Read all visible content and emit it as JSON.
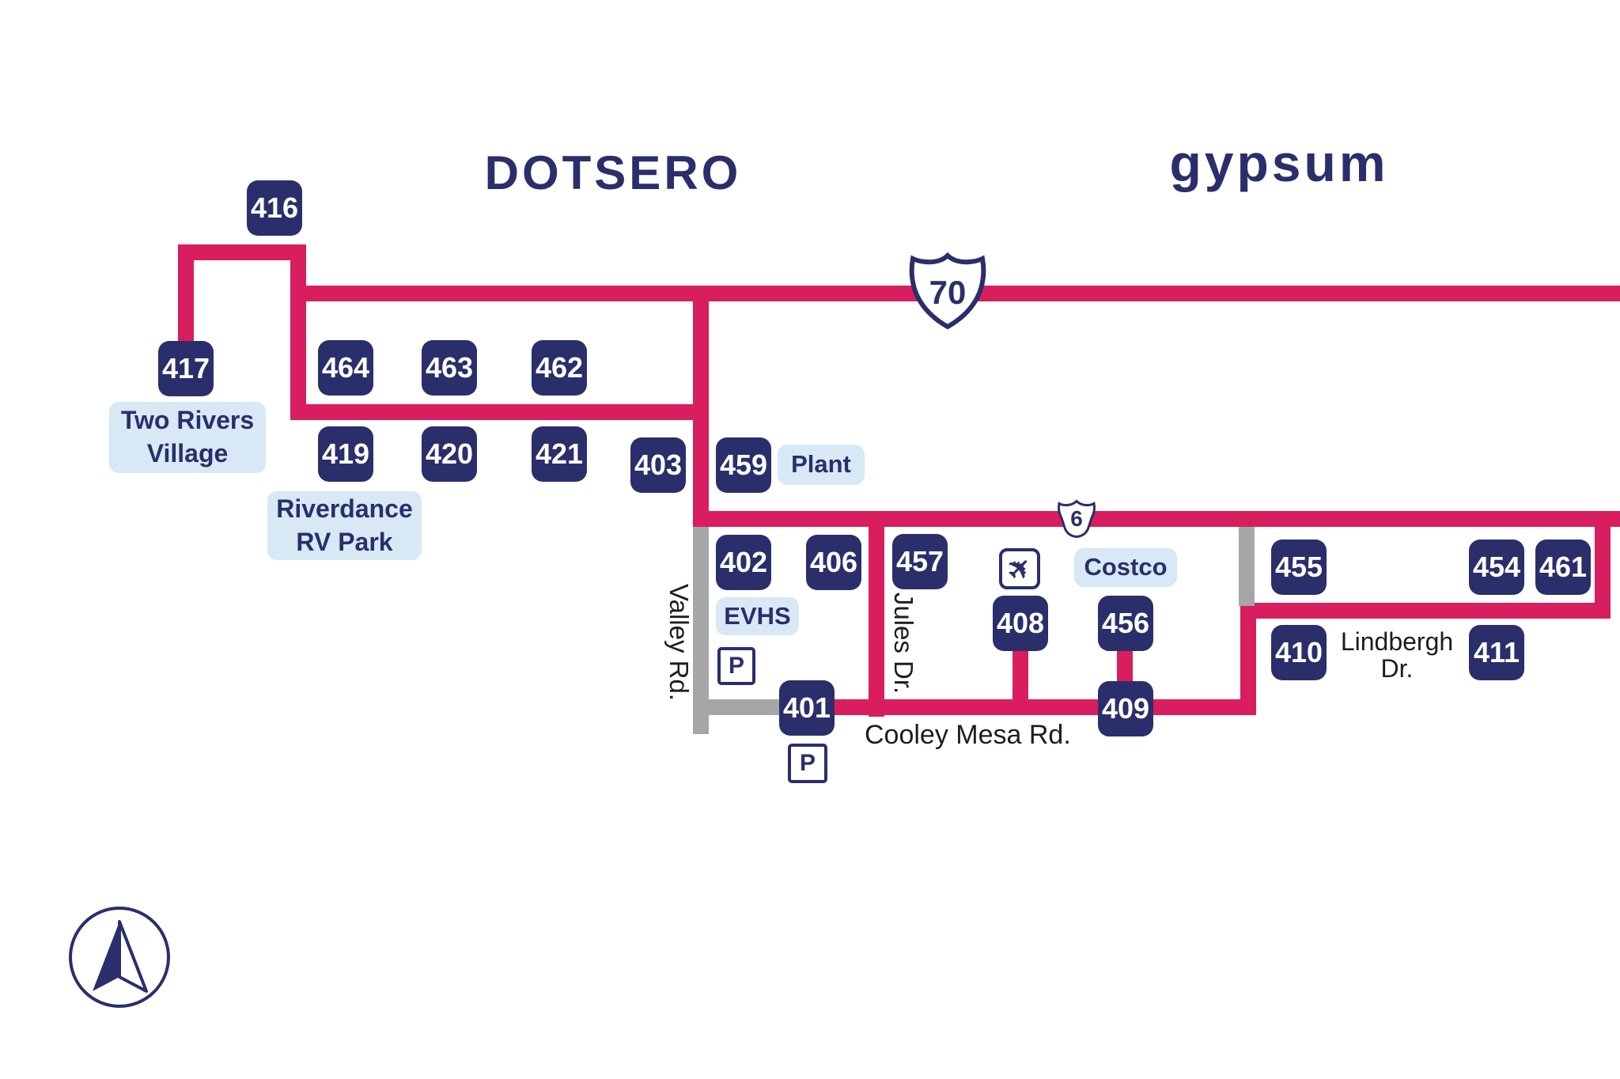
{
  "map": {
    "towns": {
      "dotsero": "DOTSERO",
      "gypsum": "GYPSUM"
    },
    "highways": {
      "interstate_70": "70",
      "us_route_6": "6"
    },
    "streets": {
      "valley_rd": "Valley Rd.",
      "jules_dr": "Jules Dr.",
      "cooley_mesa_rd": "Cooley Mesa Rd.",
      "lindbergh_dr": "Lindbergh\nDr."
    },
    "places": {
      "two_rivers_village": "Two Rivers\nVillage",
      "riverdance_rv_park": "Riverdance\nRV Park",
      "plant": "Plant",
      "evhs": "EVHS",
      "costco": "Costco"
    },
    "stops": {
      "s416": "416",
      "s417": "417",
      "s464": "464",
      "s463": "463",
      "s462": "462",
      "s419": "419",
      "s420": "420",
      "s421": "421",
      "s403": "403",
      "s459": "459",
      "s402": "402",
      "s406": "406",
      "s457": "457",
      "s408": "408",
      "s456": "456",
      "s409": "409",
      "s401": "401",
      "s455": "455",
      "s454": "454",
      "s461": "461",
      "s410": "410",
      "s411": "411"
    },
    "icons": {
      "parking": "P",
      "airplane": "✈",
      "compass": "north-arrow"
    },
    "colors": {
      "route_pink": "#D81E5F",
      "navy": "#2A2F6B",
      "place_label_bg": "#D8E8F5",
      "road_gray": "#A6A6A9",
      "street_text": "#1D1D1D"
    }
  }
}
